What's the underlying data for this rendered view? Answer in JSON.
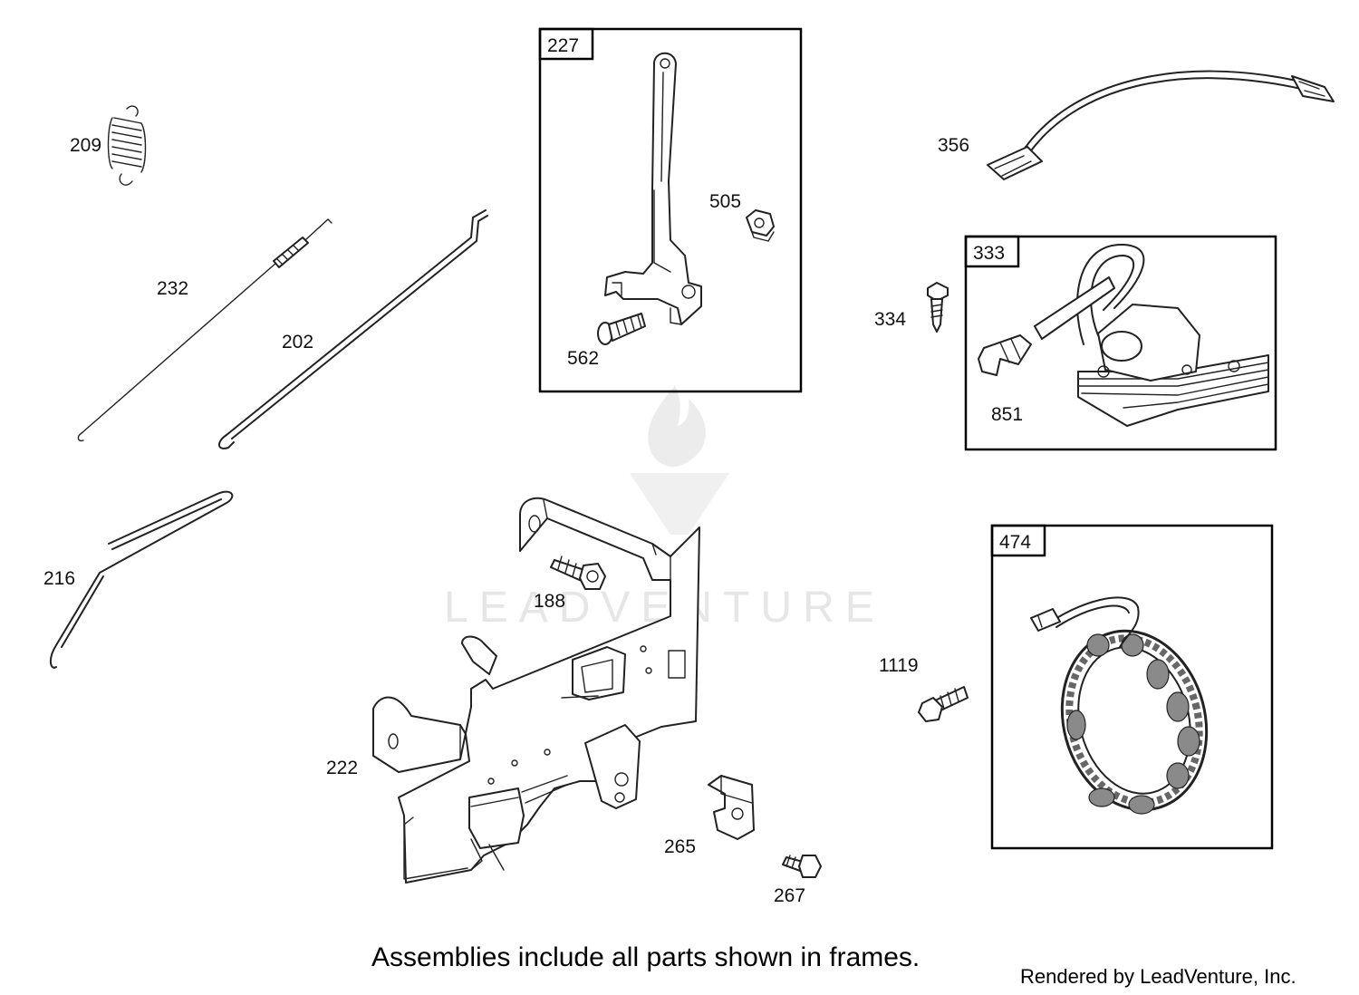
{
  "parts": {
    "p209": "209",
    "p232": "232",
    "p202": "202",
    "p216": "216",
    "p227": "227",
    "p505": "505",
    "p562": "562",
    "p356": "356",
    "p333": "333",
    "p334": "334",
    "p851": "851",
    "p188": "188",
    "p222": "222",
    "p265": "265",
    "p267": "267",
    "p474": "474",
    "p1119": "1119"
  },
  "footer": {
    "note": "Assemblies include all parts shown in frames.",
    "credit": "Rendered by LeadVenture, Inc."
  },
  "watermark": {
    "text": "LEADVENTURE"
  },
  "colors": {
    "line": "#222222",
    "watermark": "#e6e6e6",
    "background": "#ffffff"
  }
}
